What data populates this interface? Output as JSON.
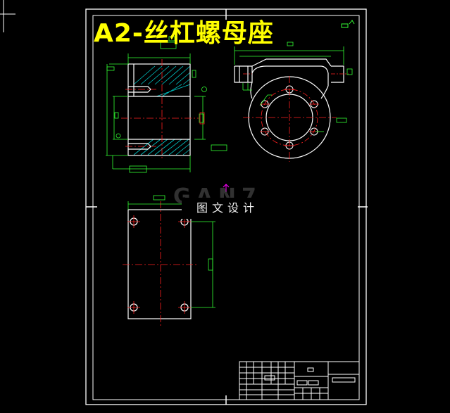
{
  "drawing": {
    "title": "A2-丝杠螺母座",
    "watermark": "图文设计",
    "colors": {
      "background": "#000000",
      "border": "#ffffff",
      "outline": "#ffffff",
      "centerline": "#ff2020",
      "dimension": "#33ff33",
      "hatch": "#00c8c8",
      "title": "#ffff00",
      "marker": "#ff00ff"
    },
    "views": [
      "front-section-view",
      "side-view",
      "top-view"
    ],
    "icons": [
      "crosshair-icon",
      "surface-finish-icon",
      "move-arrow-icon"
    ]
  }
}
